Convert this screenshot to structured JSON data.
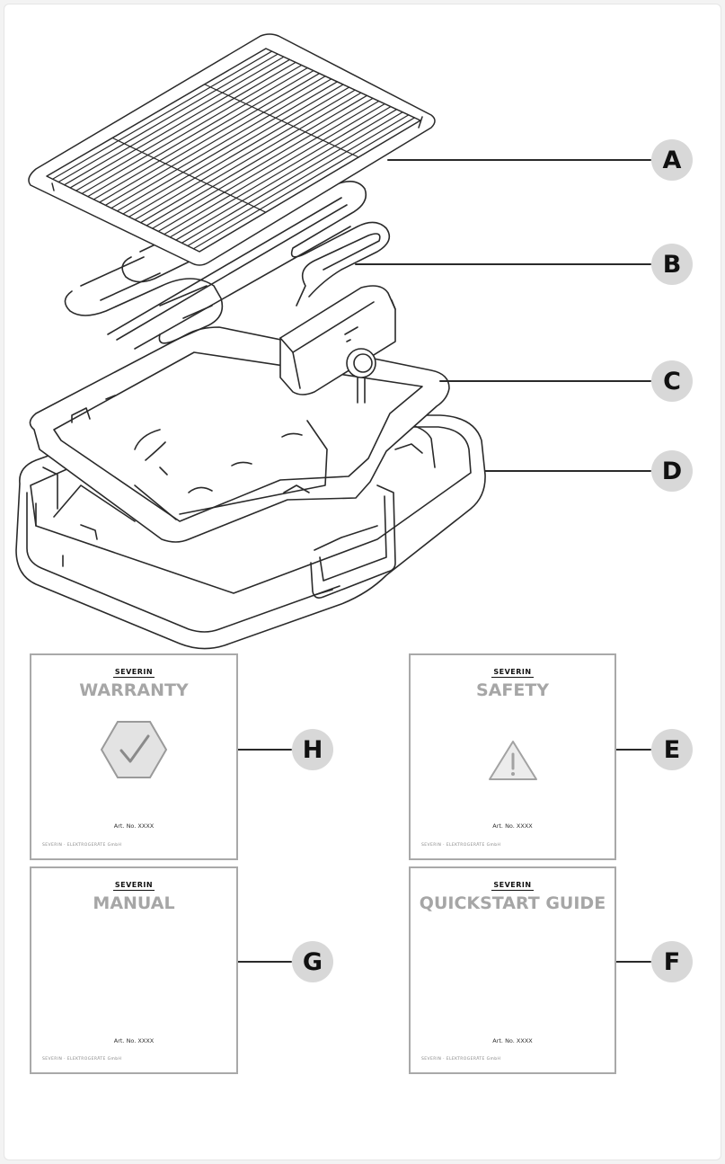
{
  "callouts": {
    "a": "A",
    "b": "B",
    "c": "C",
    "d": "D",
    "e": "E",
    "f": "F",
    "g": "G",
    "h": "H"
  },
  "documents": {
    "warranty": {
      "brand": "SEVERIN",
      "title": "WARRANTY",
      "icon": "hexagon-checkmark-icon",
      "art_no": "Art. No. XXXX",
      "footer": "SEVERIN · ELEKTROGERÄTE GmbH"
    },
    "safety": {
      "brand": "SEVERIN",
      "title": "SAFETY",
      "icon": "warning-triangle-icon",
      "art_no": "Art. No. XXXX",
      "footer": "SEVERIN · ELEKTROGERÄTE GmbH"
    },
    "manual": {
      "brand": "SEVERIN",
      "title": "MANUAL",
      "art_no": "Art. No. XXXX",
      "footer": "SEVERIN · ELEKTROGERÄTE GmbH"
    },
    "quickstart": {
      "brand": "SEVERIN",
      "title": "QUICKSTART GUIDE",
      "art_no": "Art. No. XXXX",
      "footer": "SEVERIN · ELEKTROGERÄTE GmbH"
    }
  },
  "colors": {
    "line": "#2a2a2a",
    "callout_bg": "#d8d8d8",
    "doc_border": "#a9a9a9",
    "title_gray": "#a6a6a6"
  }
}
